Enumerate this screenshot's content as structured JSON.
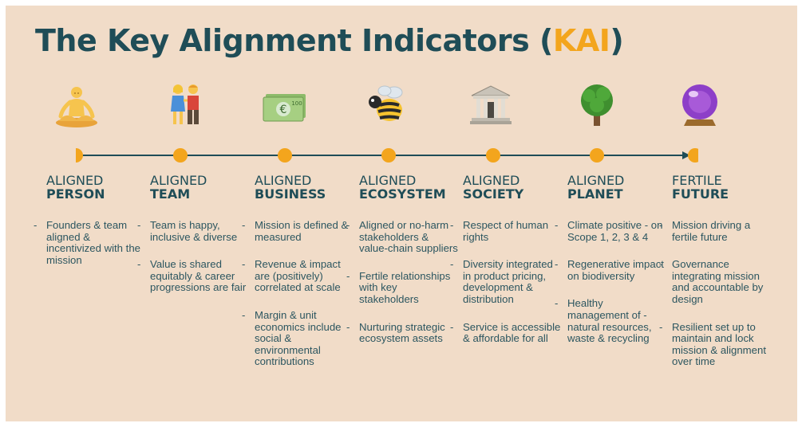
{
  "title": {
    "main": "The Key Alignment Indicators (",
    "accent": "KAI",
    "close": ")"
  },
  "colors": {
    "background": "#f1dcc8",
    "text": "#1f4d57",
    "accent": "#f3a51d",
    "dot": "#f3a51d",
    "line": "#1f4d57"
  },
  "columns": [
    {
      "id": "person",
      "icon": "meditating-person-icon",
      "line1": "ALIGNED",
      "line2": "PERSON",
      "items": [
        "Founders & team aligned & incentivized with the mission"
      ]
    },
    {
      "id": "team",
      "icon": "two-people-holding-hands-icon",
      "line1": "ALIGNED",
      "line2": "TEAM",
      "items": [
        "Team is happy, inclusive & diverse",
        "Value is shared equitably & career progressions are fair"
      ]
    },
    {
      "id": "business",
      "icon": "euro-banknotes-icon",
      "line1": "ALIGNED",
      "line2": "BUSINESS",
      "items": [
        "Mission is defined & measured",
        "Revenue & impact are (positively) correlated at scale",
        "Margin & unit economics include social & environmental contributions"
      ]
    },
    {
      "id": "ecosystem",
      "icon": "bee-icon",
      "line1": "ALIGNED",
      "line2": "ECOSYSTEM",
      "items": [
        "Aligned or no-harm stakeholders & value-chain suppliers",
        "Fertile relationships with key stakeholders",
        "Nurturing strategic ecosystem assets"
      ]
    },
    {
      "id": "society",
      "icon": "classical-building-icon",
      "line1": "ALIGNED",
      "line2": "SOCIETY",
      "items": [
        "Respect of human rights",
        "Diversity integrated in product pricing, development & distribution",
        "Service is accessible & affordable for all"
      ]
    },
    {
      "id": "planet",
      "icon": "tree-icon",
      "line1": "ALIGNED",
      "line2": "PLANET",
      "items": [
        "Climate positive - on Scope 1, 2, 3 & 4",
        "Regenerative impact on biodiversity",
        "Healthy management of - natural resources, waste & recycling"
      ]
    },
    {
      "id": "future",
      "icon": "crystal-ball-icon",
      "line1": "FERTILE",
      "line2": "FUTURE",
      "items": [
        "Mission driving a fertile future",
        "Governance integrating mission and accountable by design",
        "Resilient set up to maintain and lock mission & alignment over time"
      ]
    }
  ]
}
